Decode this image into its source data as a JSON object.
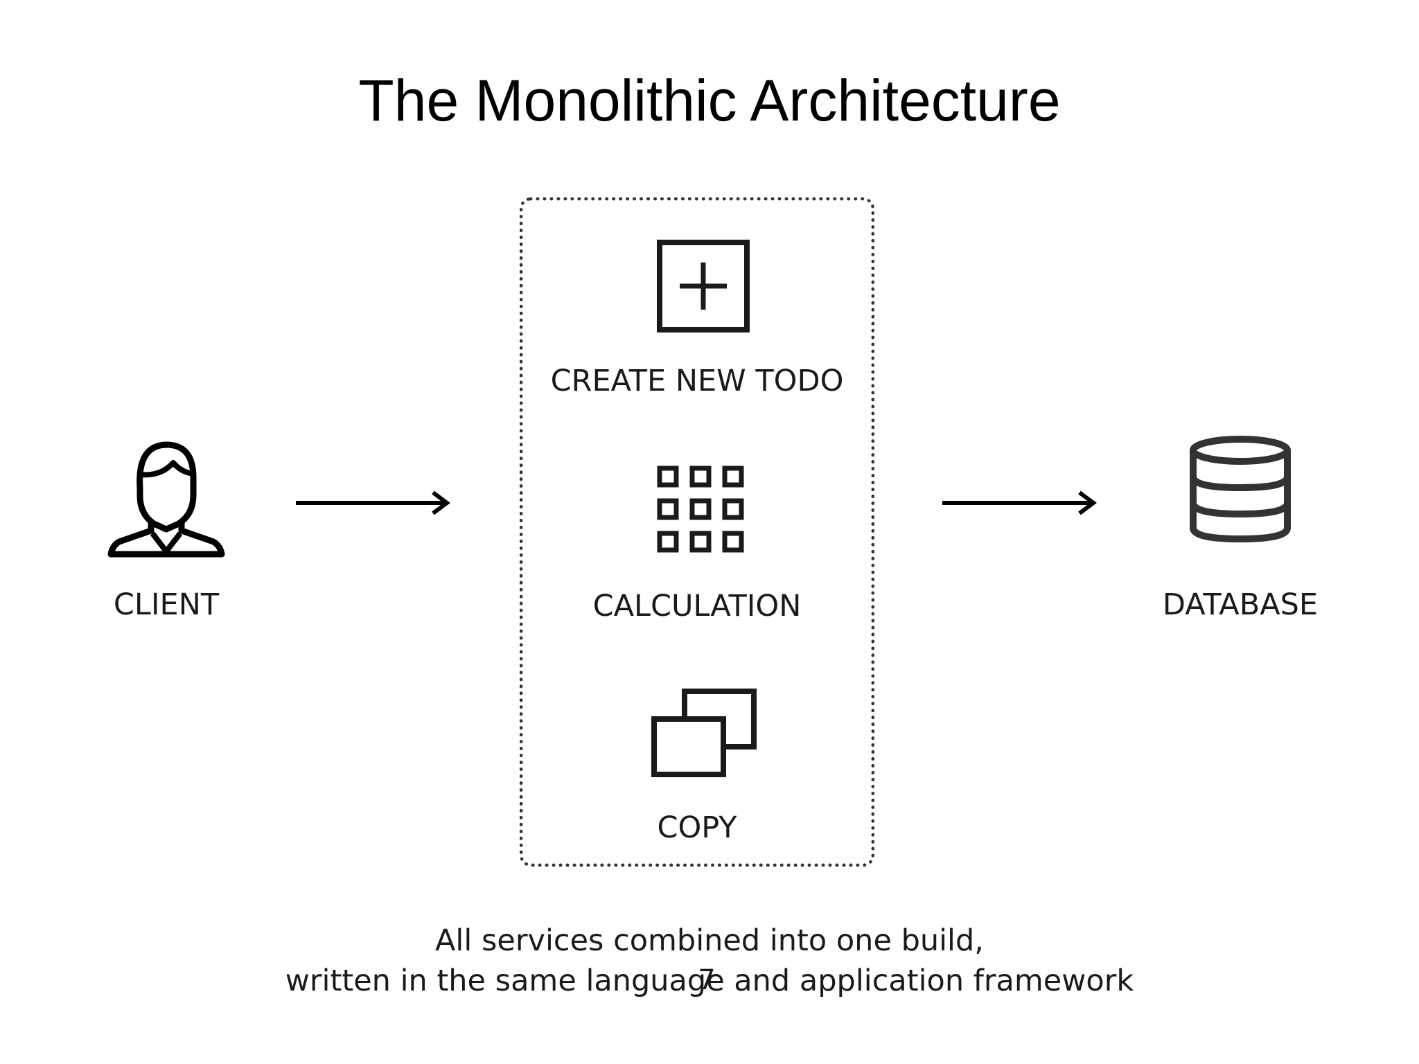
{
  "slide": {
    "title": "The Monolithic Architecture",
    "page_number": "7"
  },
  "client": {
    "label": "CLIENT",
    "icon": "user-icon"
  },
  "services": [
    {
      "label": "CREATE NEW TODO",
      "icon": "plus-square-icon"
    },
    {
      "label": "CALCULATION",
      "icon": "grid-icon"
    },
    {
      "label": "COPY",
      "icon": "copy-icon"
    }
  ],
  "database": {
    "label": "DATABASE",
    "icon": "database-icon"
  },
  "caption": {
    "line1": "All services combined into one build,",
    "line2": "written in the same language and application framework"
  },
  "colors": {
    "stroke": "#000000",
    "icon_gray": "#333333"
  }
}
